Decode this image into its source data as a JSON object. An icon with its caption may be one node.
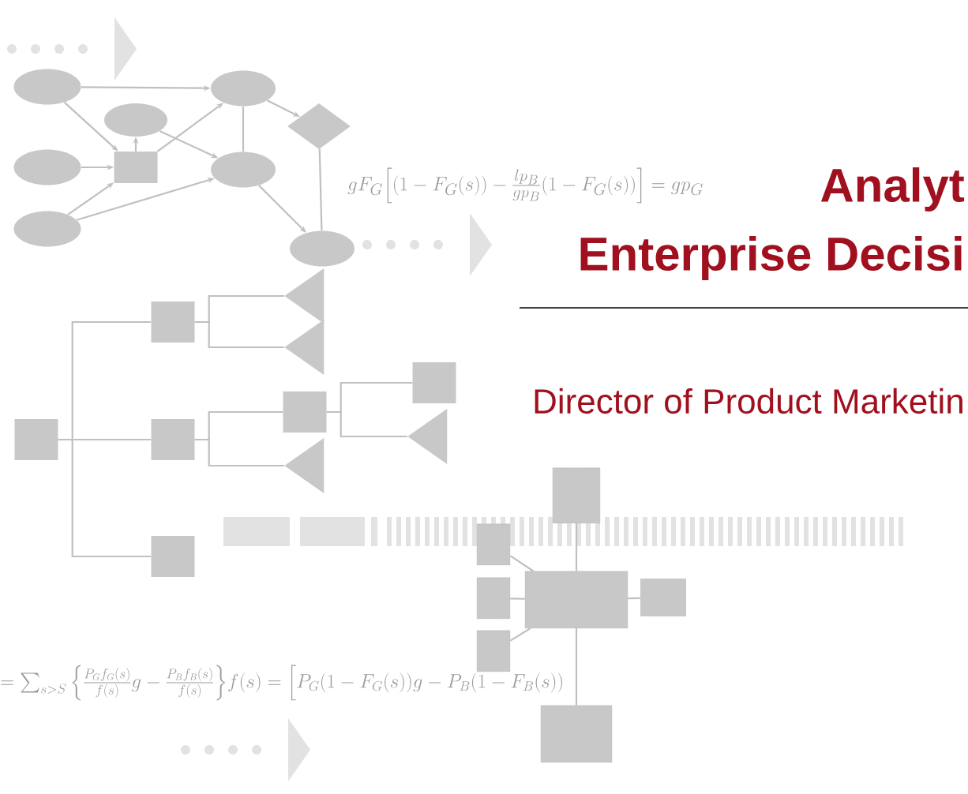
{
  "diagram": {
    "nodes": [
      {
        "text": [],
        "shape": "ellipse"
      },
      {
        "text": [],
        "shape": "ellipse"
      },
      {
        "text": [],
        "shape": "ellipse"
      },
      {
        "text": [],
        "shape": "box"
      },
      {
        "text": [],
        "shape": "ellipse"
      },
      {
        "text": [],
        "shape": "ellipse"
      },
      {
        "text": [],
        "shape": "ellipse"
      },
      {
        "text": [],
        "shape": "diamond"
      },
      {
        "text": [],
        "shape": "ellipse"
      },
      {
        "text": [],
        "shape": "box"
      },
      {
        "text": [],
        "shape": "box"
      },
      {
        "text": [],
        "shape": "box"
      },
      {
        "text": [],
        "shape": "box"
      },
      {
        "text": [],
        "shape": "triangle"
      },
      {
        "text": [],
        "shape": "triangle"
      },
      {
        "text": [],
        "shape": "box"
      },
      {
        "text": [],
        "shape": "triangle"
      },
      {
        "text": [],
        "shape": "box"
      },
      {
        "text": [],
        "shape": "triangle"
      },
      {
        "text": [],
        "shape": "cylinder"
      },
      {
        "text": [],
        "shape": "cylinder"
      },
      {
        "text": [],
        "shape": "cylinder"
      },
      {
        "text": [],
        "shape": "cylinder"
      },
      {
        "text": [],
        "shape": "cylinder"
      },
      {
        "text": [],
        "shape": "box"
      },
      {
        "text": [],
        "shape": "cylinder"
      }
    ],
    "edges": [
      {
        "from": 0,
        "to": 5,
        "arrow": "to"
      },
      {
        "from": 0,
        "to": 3,
        "arrow": "to"
      },
      {
        "from": 2,
        "to": 3,
        "arrow": "to"
      },
      {
        "from": 4,
        "to": 3,
        "arrow": "to"
      },
      {
        "from": 4,
        "to": 6,
        "arrow": "to"
      },
      {
        "from": 3,
        "to": 1,
        "arrow": "to"
      },
      {
        "from": 3,
        "to": 5,
        "arrow": "to"
      },
      {
        "from": 1,
        "to": 6,
        "arrow": "to"
      },
      {
        "from": 5,
        "to": 6,
        "arrow": "none"
      },
      {
        "from": 5,
        "to": 7,
        "arrow": "to"
      },
      {
        "from": 6,
        "to": 8,
        "arrow": "to"
      },
      {
        "from": 7,
        "to": 8,
        "arrow": "none"
      },
      {
        "from": 9,
        "to": 10,
        "arrow": "none"
      },
      {
        "from": 9,
        "to": 11,
        "arrow": "none"
      },
      {
        "from": 9,
        "to": 12,
        "arrow": "none"
      },
      {
        "from": 10,
        "to": 13,
        "arrow": "none"
      },
      {
        "from": 10,
        "to": 14,
        "arrow": "none"
      },
      {
        "from": 11,
        "to": 15,
        "arrow": "none"
      },
      {
        "from": 11,
        "to": 16,
        "arrow": "none"
      },
      {
        "from": 15,
        "to": 17,
        "arrow": "none"
      },
      {
        "from": 15,
        "to": 18,
        "arrow": "none"
      },
      {
        "from": 19,
        "to": 23,
        "arrow": "none"
      },
      {
        "from": 20,
        "to": 23,
        "arrow": "none"
      },
      {
        "from": 21,
        "to": 23,
        "arrow": "none"
      },
      {
        "from": 22,
        "to": 23,
        "arrow": "none"
      },
      {
        "from": 23,
        "to": 24,
        "arrow": "none"
      },
      {
        "from": 23,
        "to": 25,
        "arrow": "none"
      }
    ],
    "labels": [
      "Analyt",
      "Enterprise Decisi",
      "Director of Product Marketin",
      "gF_G\\Big[(1-F_G(s)) - \\frac{lp_B}{gp_B}(1-F_G(s))\\Big] = gp_G",
      "=\\sum_{s>S}\\Big\\{\\frac{P_G f_G(s)}{f(s)}g - \\frac{P_B f_B(s)}{f(s)}\\Big\\}f(s) = \\Big[P_G(1-F_G(s))g - P_B(1-F_B(s))"
    ]
  }
}
